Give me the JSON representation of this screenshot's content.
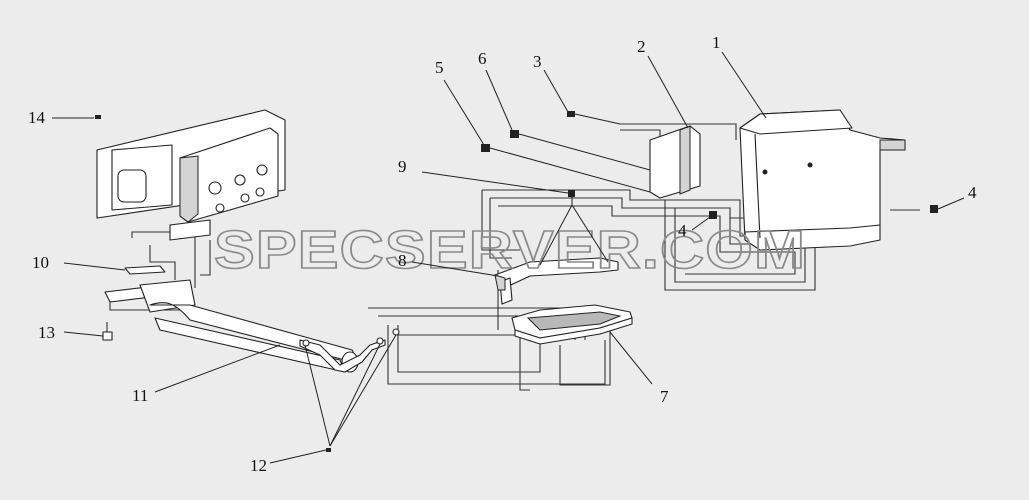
{
  "callouts": {
    "c1": "1",
    "c2": "2",
    "c3": "3",
    "c4a": "4",
    "c4b": "4",
    "c5": "5",
    "c6": "6",
    "c7": "7",
    "c8": "8",
    "c9": "9",
    "c10": "10",
    "c11": "11",
    "c12": "12",
    "c13": "13",
    "c14": "14"
  },
  "watermark": "SPECSERVER.COM",
  "colors": {
    "background": "#ececec",
    "line": "#222222",
    "part_fill": "#ffffff",
    "watermark_outline": "#8a8a8a"
  }
}
